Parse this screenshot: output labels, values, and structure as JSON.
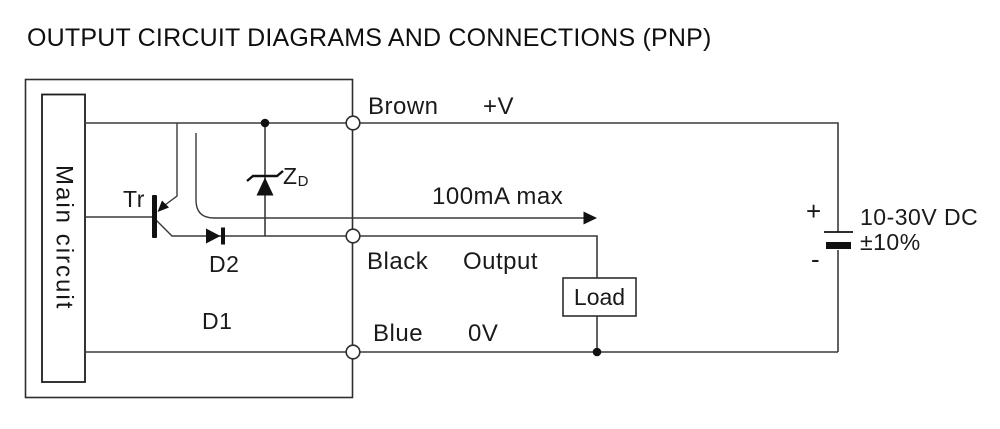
{
  "title": "OUTPUT CIRCUIT DIAGRAMS AND CONNECTIONS (PNP)",
  "sensor": {
    "main_circuit": "Main circuit"
  },
  "components": {
    "transistor": "Tr",
    "zener_main": "Z",
    "zener_sub": "D",
    "d2": "D2",
    "d1": "D1",
    "load": "Load"
  },
  "wires": [
    {
      "color": "Brown",
      "signal": "+V"
    },
    {
      "color": "Black",
      "signal": "Output"
    },
    {
      "color": "Blue",
      "signal": "0V"
    }
  ],
  "annotations": {
    "current": "100mA max"
  },
  "supply": {
    "plus": "+",
    "minus": "-",
    "voltage": "10-30V DC",
    "tolerance": "±10%"
  },
  "colors": {
    "ink": "#1a1a1a",
    "wire": "#3a3a3a",
    "background": "#ffffff"
  }
}
